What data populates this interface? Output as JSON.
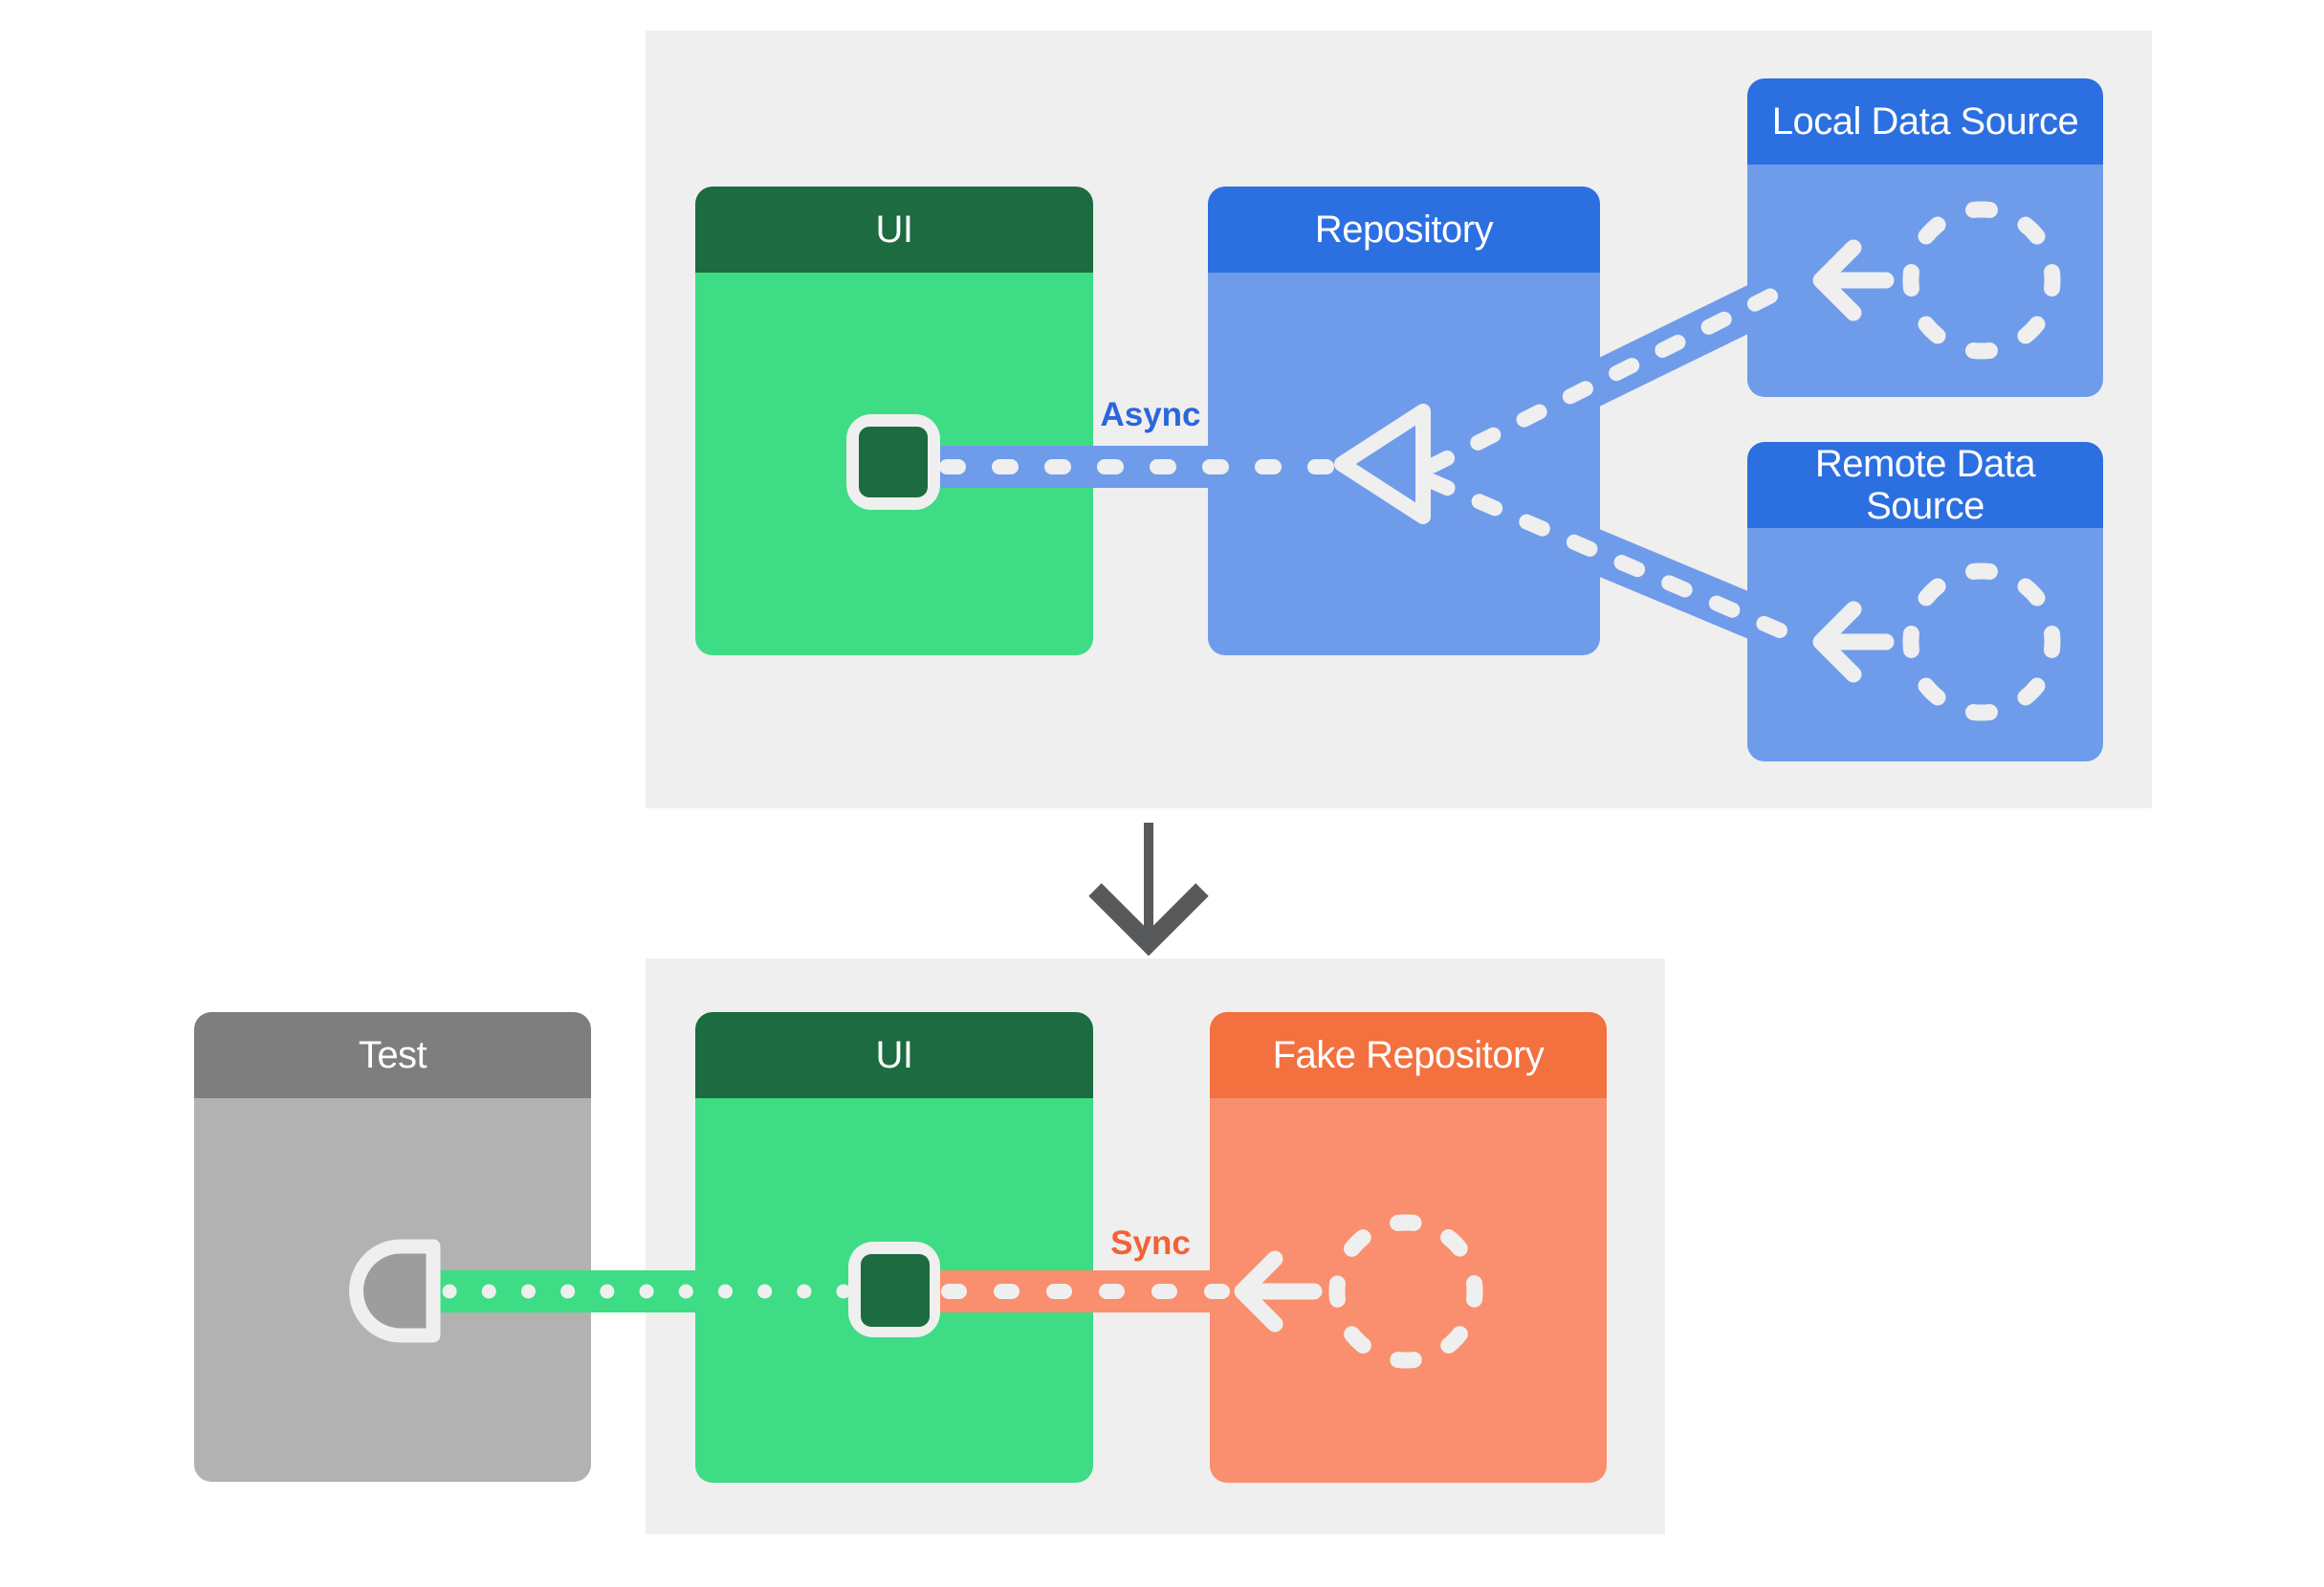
{
  "colors": {
    "page-bg": "#ffffff",
    "panel-bg": "#efefef",
    "green-body": "#3edc84",
    "green-dark": "#1d6b40",
    "blue-header": "#2c6fe0",
    "blue-body": "#6f9cea",
    "orange-header": "#f3703f",
    "orange-body": "#f98f6e",
    "gray-header": "#7e7e7e",
    "gray-body": "#b2b2b2",
    "plug-fill": "#9d9d9d",
    "connector-white": "#efefef",
    "async-text": "#2b66dc",
    "sync-text": "#f26236",
    "down-arrow": "#58595b"
  },
  "boxes": {
    "ui_top": {
      "label": "UI"
    },
    "repository": {
      "label": "Repository"
    },
    "local_data_source": {
      "label": "Local Data Source"
    },
    "remote_data_source": {
      "label": "Remote Data\nSource"
    },
    "test": {
      "label": "Test"
    },
    "ui_bottom": {
      "label": "UI"
    },
    "fake_repository": {
      "label": "Fake Repository"
    }
  },
  "labels": {
    "async": "Async",
    "sync": "Sync"
  },
  "icons": {
    "dashed_circle": "dashed-circle-icon",
    "left_arrow": "left-arrow-icon",
    "triangle": "triangle-left-icon",
    "plug": "plug-socket-icon",
    "ui_component": "ui-component-square-icon",
    "down_arrow": "down-arrow-icon"
  }
}
